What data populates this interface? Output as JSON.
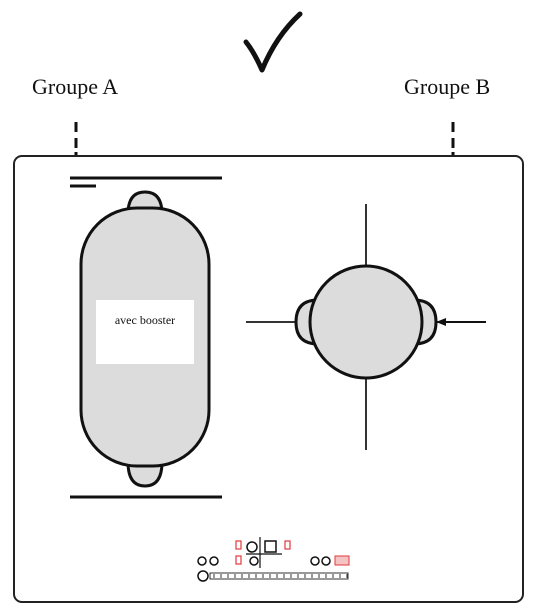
{
  "groups": {
    "a_label": "Groupe A",
    "b_label": "Groupe B"
  },
  "zones": {
    "booster_label": "avec booster"
  },
  "icons": {
    "check": "check-mark-icon",
    "power": "power-icon",
    "lock": "lock-icon",
    "timer": "timer-icon",
    "plus": "plus-icon",
    "minus": "minus-icon"
  },
  "colors": {
    "outline": "#111111",
    "zone_fill": "#dcdcdc",
    "highlight": "#e33a3a"
  }
}
